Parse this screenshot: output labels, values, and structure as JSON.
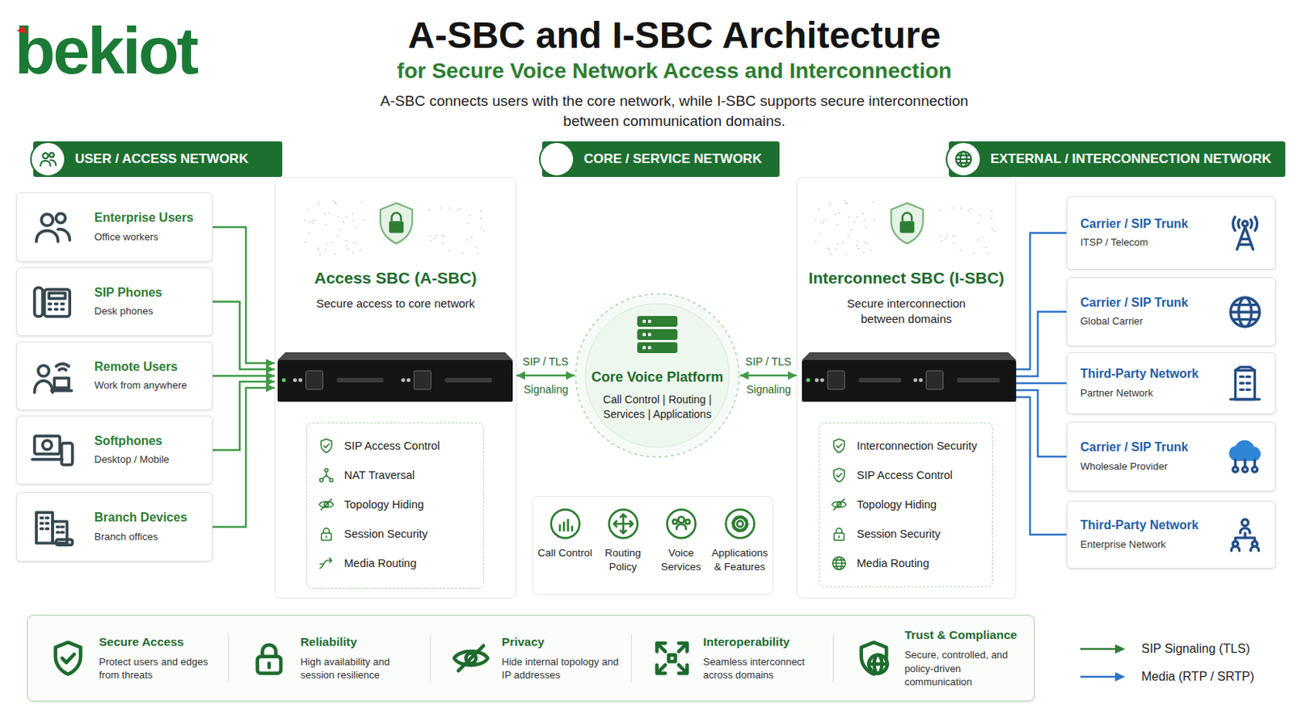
{
  "diagram": {
    "title": "A-SBC and I-SBC Architecture",
    "nodes": [
      {
        "text": [
          "USER / ACCESS NETWORK"
        ]
      },
      {
        "text": [
          "CORE / SERVICE NETWORK"
        ]
      },
      {
        "text": [
          "EXTERNAL / INTERCONNECTION NETWORK"
        ]
      },
      {
        "text": [
          "Enterprise Users",
          "Office workers"
        ]
      },
      {
        "text": [
          "SIP Phones",
          "Desk phones"
        ]
      },
      {
        "text": [
          "Remote Users",
          "Work from anywhere"
        ]
      },
      {
        "text": [
          "Softphones",
          "Desktop / Mobile"
        ]
      },
      {
        "text": [
          "Branch Devices",
          "Branch offices"
        ]
      },
      {
        "text": [
          "Access SBC (A-SBC)",
          "Secure access to core network"
        ]
      },
      {
        "text": [
          "SIP Access Control",
          "NAT Traversal",
          "Topology Hiding",
          "Session Security",
          "Media Routing"
        ],
        "in": 8
      },
      {
        "text": [
          "Core Voice Platform",
          "Call Control | Routing | Services | Applications"
        ]
      },
      {
        "text": [
          "Call Control",
          "Routing Policy",
          "Voice Services",
          "Applications & Features"
        ]
      },
      {
        "text": [
          "Interconnect SBC (I-SBC)",
          "Secure interconnection between domains"
        ]
      },
      {
        "text": [
          "Interconnection Security",
          "SIP Access Control",
          "Topology Hiding",
          "Session Security",
          "Media Routing"
        ],
        "in": 12
      },
      {
        "text": [
          "Carrier / SIP Trunk",
          "ITSP / Telecom"
        ]
      },
      {
        "text": [
          "Carrier / SIP Trunk",
          "Global Carrier"
        ]
      },
      {
        "text": [
          "Third-Party Network",
          "Partner Network"
        ]
      },
      {
        "text": [
          "Carrier / SIP Trunk",
          "Wholesale Provider"
        ]
      },
      {
        "text": [
          "Third-Party Network",
          "Enterprise Network"
        ]
      },
      {
        "text": [
          "Secure Access",
          "Protect users and edges from threats",
          "Reliability",
          "High availability and session resilience",
          "Privacy",
          "Hide internal topology and IP addresses",
          "Interoperability",
          "Seamless interconnect across domains",
          "Trust & Compliance",
          "Secure, controlled, and policy-driven communication"
        ]
      }
    ],
    "edges": [
      {
        "from": 3,
        "to": 8,
        "arrow": "to"
      },
      {
        "from": 4,
        "to": 8,
        "arrow": "to"
      },
      {
        "from": 5,
        "to": 8,
        "arrow": "to"
      },
      {
        "from": 6,
        "to": 8,
        "arrow": "to"
      },
      {
        "from": 7,
        "to": 8,
        "arrow": "to"
      },
      {
        "from": 8,
        "to": 10,
        "label": "SIP / TLS",
        "arrow": "both"
      },
      {
        "from": 10,
        "to": 12,
        "label": "SIP / TLS",
        "arrow": "both"
      },
      {
        "from": 12,
        "to": 14,
        "arrow": "none"
      },
      {
        "from": 12,
        "to": 15,
        "arrow": "none"
      },
      {
        "from": 12,
        "to": 16,
        "arrow": "none"
      },
      {
        "from": 12,
        "to": 17,
        "arrow": "none"
      },
      {
        "from": 12,
        "to": 18,
        "arrow": "none"
      }
    ],
    "labels": [
      "bekiot",
      "for Secure Voice Network Access and Interconnection",
      "A-SBC connects users with the core network, while I-SBC supports secure interconnection between communication domains.",
      "Signaling",
      "Signaling"
    ],
    "legend": [
      {
        "text": "SIP Signaling (TLS)"
      },
      {
        "text": "Media (RTP / SRTP)"
      }
    ]
  }
}
